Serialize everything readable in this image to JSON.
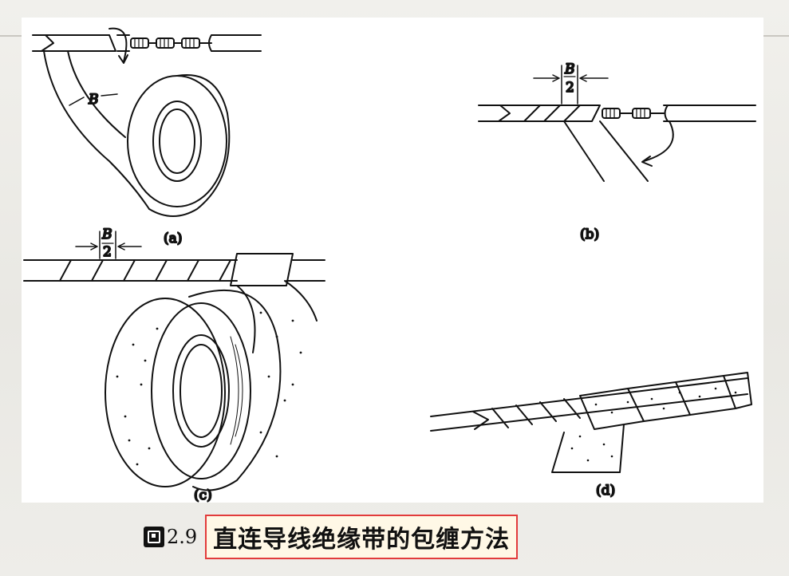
{
  "figure": {
    "panel_labels": [
      "(a)",
      "(b)",
      "(c)",
      "(d)"
    ],
    "width_symbol": "B",
    "half_width_numerator": "B",
    "half_width_denominator": "2"
  },
  "caption": {
    "prefix_number": "2.9",
    "title": "直连导线绝缘带的包缠方法"
  },
  "colors": {
    "line": "#111111",
    "panel_background": "#ffffff",
    "caption_box_border": "#e23b3b"
  }
}
